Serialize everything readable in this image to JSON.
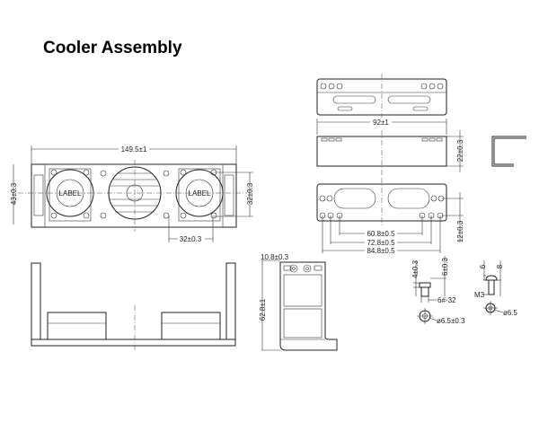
{
  "title": "Cooler Assembly",
  "front_view": {
    "width_dim": "149.5±1",
    "height_dim": "43±0.3",
    "hole_v_dim": "32±0.3",
    "hole_h_dim": "32±0.3",
    "fan_labels": [
      "LABEL",
      "LABEL"
    ]
  },
  "bracket": {
    "length_dim": "92±1",
    "height_dim": "22±0.3",
    "hole_dims": [
      "60.8±0.5",
      "72.8±0.5",
      "84.8±0.5"
    ],
    "edge_dim": "12±0.3"
  },
  "side_part": {
    "hole_dim": "10.8±0.3",
    "height_dim": "62.8±1"
  },
  "standoff": {
    "head_dim": "4±0.3",
    "body_dim": "6±0.3",
    "thread": "6#-32",
    "diameter": "ø6.5±0.3"
  },
  "screw": {
    "head_dim": "6",
    "length_dim": "8",
    "thread": "M3",
    "diameter": "ø6.5"
  }
}
